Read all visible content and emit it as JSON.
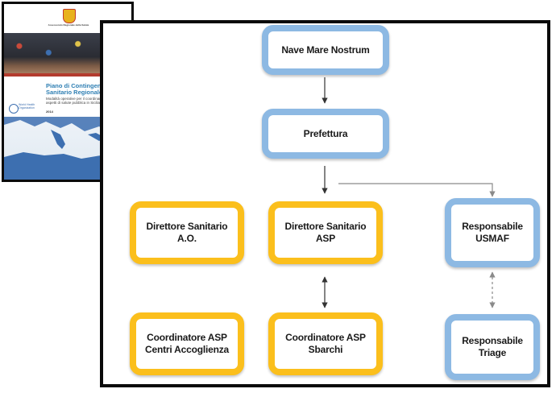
{
  "cover": {
    "crest_caption": "Assessorato Regionale della Salute",
    "title": "Piano di Contingenza Sanitario Regionale Migranti",
    "subtitle": "Modalità operative per il coordinamento degli aspetti di salute pubblica in Sicilia",
    "year": "2014",
    "partner_logo": "World Health Organization",
    "colors": {
      "title": "#2f7fb3",
      "map_land": "#3d6fb0",
      "rail": "#b33b2e"
    }
  },
  "diagram": {
    "colors": {
      "blue_border": "#8db9e3",
      "yellow_border": "#fbbf1c",
      "arrow": "#333333",
      "arrow_light": "#8a8a8a"
    },
    "nodes": {
      "nave": {
        "label": "Nave Mare Nostrum",
        "style": "blue"
      },
      "prefettura": {
        "label": "Prefettura",
        "style": "blue"
      },
      "ds_ao": {
        "label": "Direttore Sanitario\nA.O.",
        "style": "yellow"
      },
      "ds_asp": {
        "label": "Direttore Sanitario\nASP",
        "style": "yellow"
      },
      "usmaf": {
        "label": "Responsabile\nUSMAF",
        "style": "blue"
      },
      "coord_centri": {
        "label": "Coordinatore ASP\nCentri Accoglienza",
        "style": "yellow"
      },
      "coord_sbarchi": {
        "label": "Coordinatore ASP\nSbarchi",
        "style": "yellow"
      },
      "triage": {
        "label": "Responsabile\nTriage",
        "style": "blue"
      }
    },
    "edges": [
      {
        "from": "nave",
        "to": "prefettura",
        "kind": "arrow"
      },
      {
        "from": "prefettura",
        "to": "ds_asp",
        "kind": "arrow"
      },
      {
        "from": "prefettura",
        "to": "usmaf",
        "kind": "arrow-light"
      },
      {
        "from": "ds_asp",
        "to": "coord_sbarchi",
        "kind": "bidirectional"
      },
      {
        "from": "usmaf",
        "to": "triage",
        "kind": "bidirectional-dashed"
      }
    ]
  }
}
